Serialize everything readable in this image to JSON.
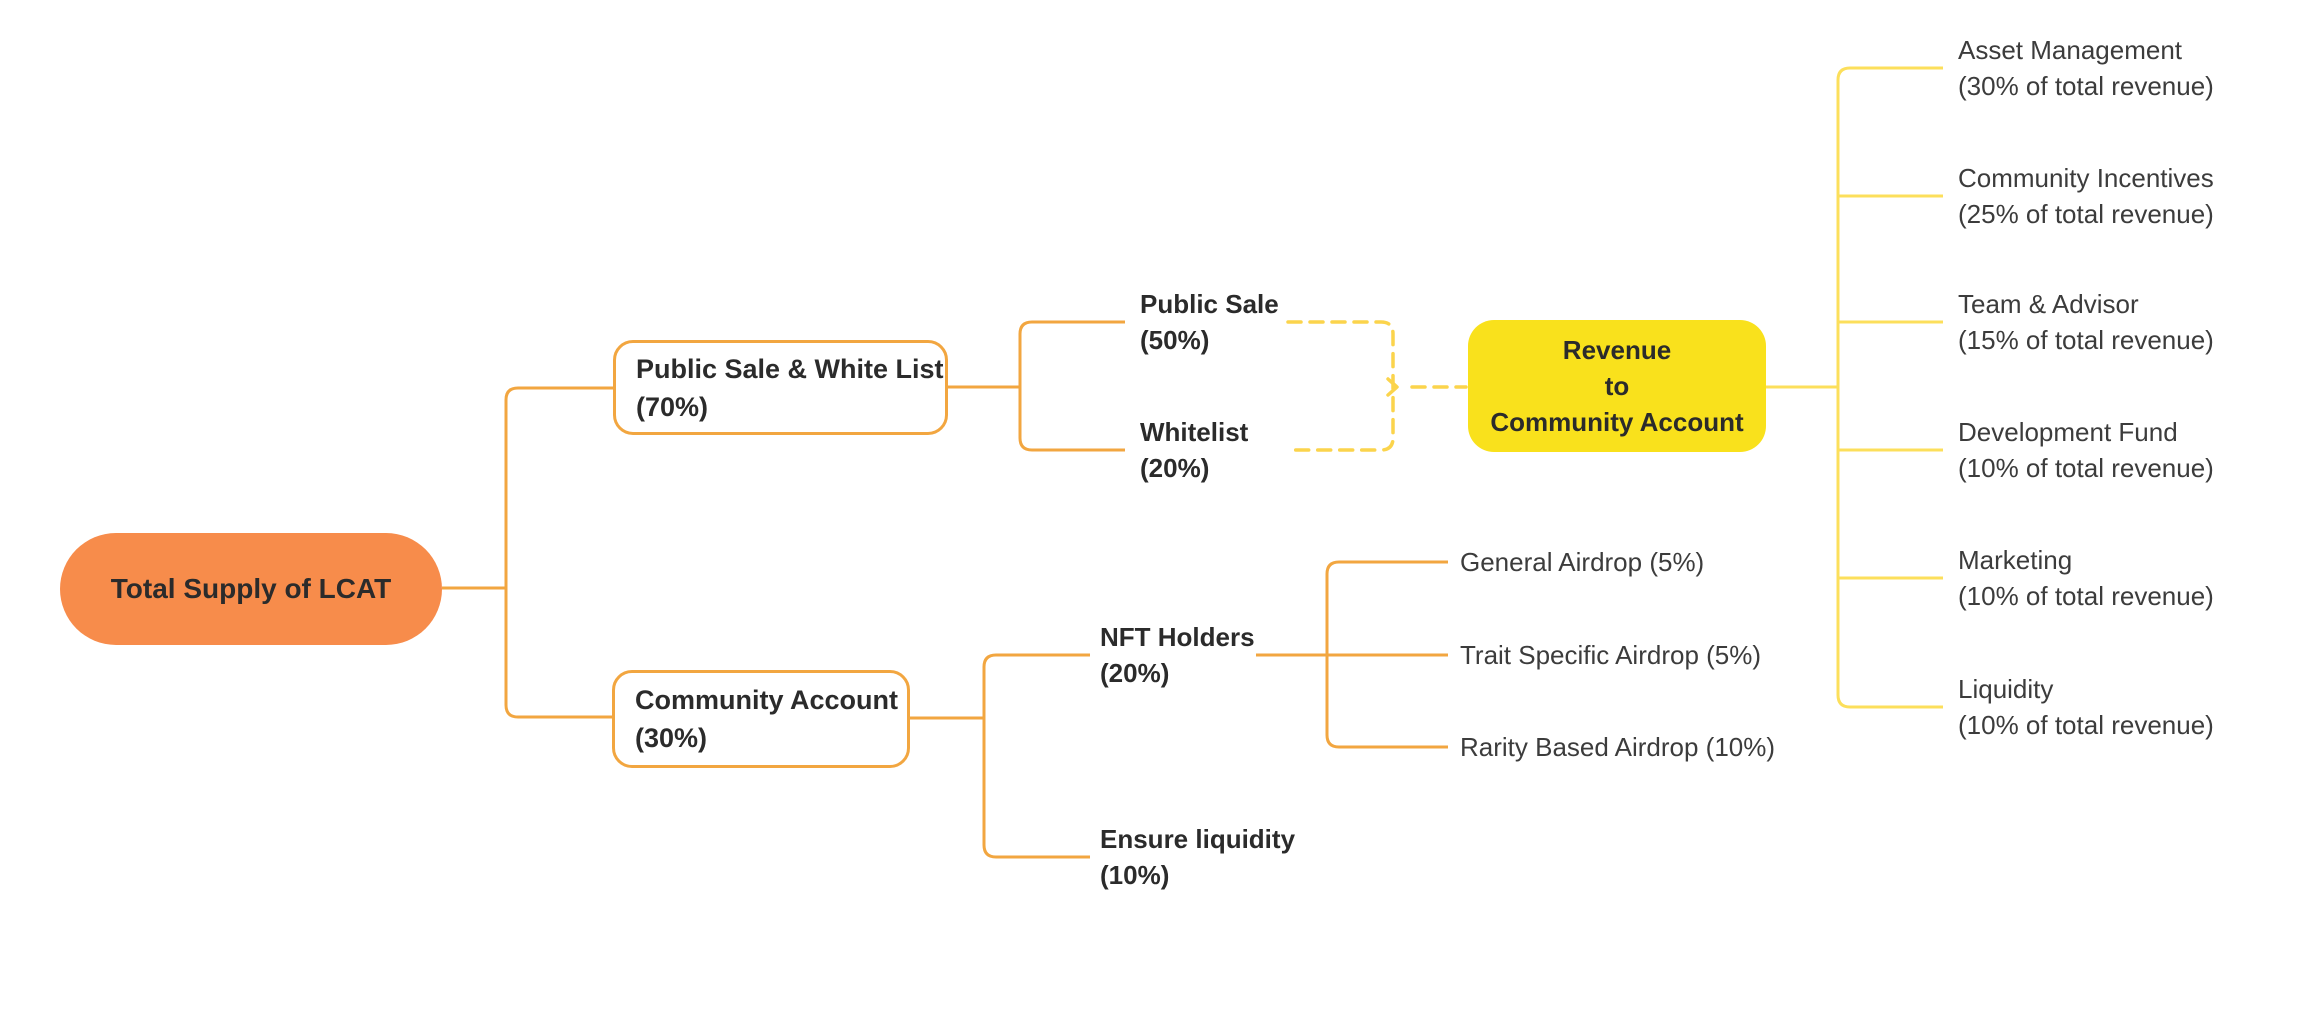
{
  "colors": {
    "canvas-bg": "#FFFFFF",
    "line-orange": "#F2A640",
    "line-yellow": "#FCDF5B",
    "dashed-yellow": "#FBD44C",
    "pill-orange": "#F78C4B",
    "revenue-yellow": "#F9E11C",
    "box-border": "#F2A640",
    "text-bold": "#2B2B2B",
    "text-regular": "#3C3C3C"
  },
  "root": {
    "label": "Total Supply of LCAT"
  },
  "level1": {
    "public_sale_whitelist": {
      "line1": "Public Sale & White List",
      "line2": "(70%)"
    },
    "community_account": {
      "line1": "Community Account",
      "line2": "(30%)"
    }
  },
  "sale_breakdown": {
    "public_sale": {
      "line1": "Public Sale",
      "line2": "(50%)"
    },
    "whitelist": {
      "line1": "Whitelist",
      "line2": "(20%)"
    }
  },
  "revenue_box": {
    "line1": "Revenue",
    "line2": "to",
    "line3": "Community Account"
  },
  "revenue_allocations": [
    {
      "line1": "Asset Management",
      "line2": "(30% of total revenue)"
    },
    {
      "line1": "Community Incentives",
      "line2": "(25% of total revenue)"
    },
    {
      "line1": "Team & Advisor",
      "line2": "(15% of total revenue)"
    },
    {
      "line1": "Development Fund",
      "line2": "(10% of total revenue)"
    },
    {
      "line1": "Marketing",
      "line2": "(10% of total revenue)"
    },
    {
      "line1": "Liquidity",
      "line2": "(10% of total revenue)"
    }
  ],
  "community_breakdown": {
    "nft_holders": {
      "line1": "NFT Holders",
      "line2": "(20%)"
    },
    "ensure_liquidity": {
      "line1": "Ensure liquidity",
      "line2": "(10%)"
    },
    "airdrops": [
      "General Airdrop (5%)",
      "Trait Specific Airdrop (5%)",
      "Rarity Based Airdrop (10%)"
    ]
  }
}
